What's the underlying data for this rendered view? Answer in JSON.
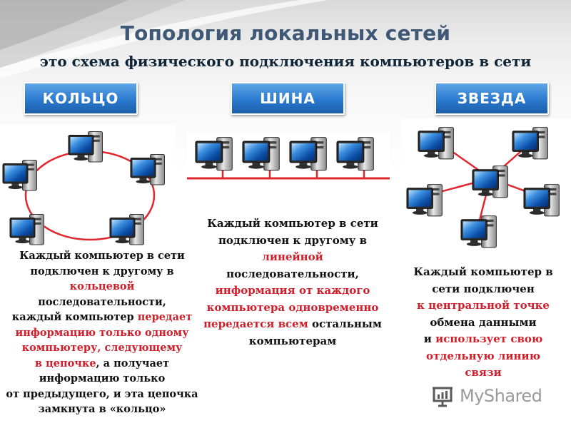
{
  "header": {
    "title": "Топология локальных сетей",
    "subtitle": "это схема физического подключения компьютеров в сети"
  },
  "topologies": [
    {
      "label": "КОЛЬЦО",
      "description": [
        [
          {
            "t": "Каждый компьютер в сети",
            "red": false
          }
        ],
        [
          {
            "t": "подключен к другому в",
            "red": false
          }
        ],
        [
          {
            "t": "кольцевой",
            "red": true
          }
        ],
        [
          {
            "t": "последовательности,",
            "red": false
          }
        ],
        [
          {
            "t": "каждый компьютер ",
            "red": false
          },
          {
            "t": "передает",
            "red": true
          }
        ],
        [
          {
            "t": "информацию только одному",
            "red": true
          }
        ],
        [
          {
            "t": "компьютеру, следующему",
            "red": true
          }
        ],
        [
          {
            "t": "в цепочке",
            "red": true
          },
          {
            "t": ", а получает",
            "red": false
          }
        ],
        [
          {
            "t": "информацию только",
            "red": false
          }
        ],
        [
          {
            "t": "от предыдущего, и эта цепочка",
            "red": false
          }
        ],
        [
          {
            "t": "замкнута в «кольцо»",
            "red": false
          }
        ]
      ]
    },
    {
      "label": "ШИНА",
      "description": [
        [
          {
            "t": "Каждый компьютер в сети",
            "red": false
          }
        ],
        [
          {
            "t": "подключен к другому в",
            "red": false
          }
        ],
        [
          {
            "t": "линейной",
            "red": true
          }
        ],
        [
          {
            "t": "последовательности,",
            "red": false
          }
        ],
        [
          {
            "t": "информация от каждого",
            "red": true
          }
        ],
        [
          {
            "t": "компьютера одновременно",
            "red": true
          }
        ],
        [
          {
            "t": "передается всем",
            "red": true
          },
          {
            "t": " остальным",
            "red": false
          }
        ],
        [
          {
            "t": "компьютерам",
            "red": false
          }
        ]
      ]
    },
    {
      "label": "ЗВЕЗДА",
      "description": [
        [
          {
            "t": "Каждый компьютер в",
            "red": false
          }
        ],
        [
          {
            "t": "сети подключен",
            "red": false
          }
        ],
        [
          {
            "t": "к центральной точке",
            "red": true
          }
        ],
        [
          {
            "t": "обмена данными",
            "red": false
          }
        ],
        [
          {
            "t": "и ",
            "red": false
          },
          {
            "t": "использует свою",
            "red": true
          }
        ],
        [
          {
            "t": "отдельную линию",
            "red": true
          }
        ],
        [
          {
            "t": "связи",
            "red": true
          }
        ]
      ]
    }
  ],
  "logo": {
    "text": "MyShared",
    "icon": "presentation-board-icon"
  },
  "colors": {
    "title": "#3f5876",
    "accent_red": "#d01f2a",
    "button_blue": "#2a7ad0",
    "cable_red": "#e0262e"
  }
}
